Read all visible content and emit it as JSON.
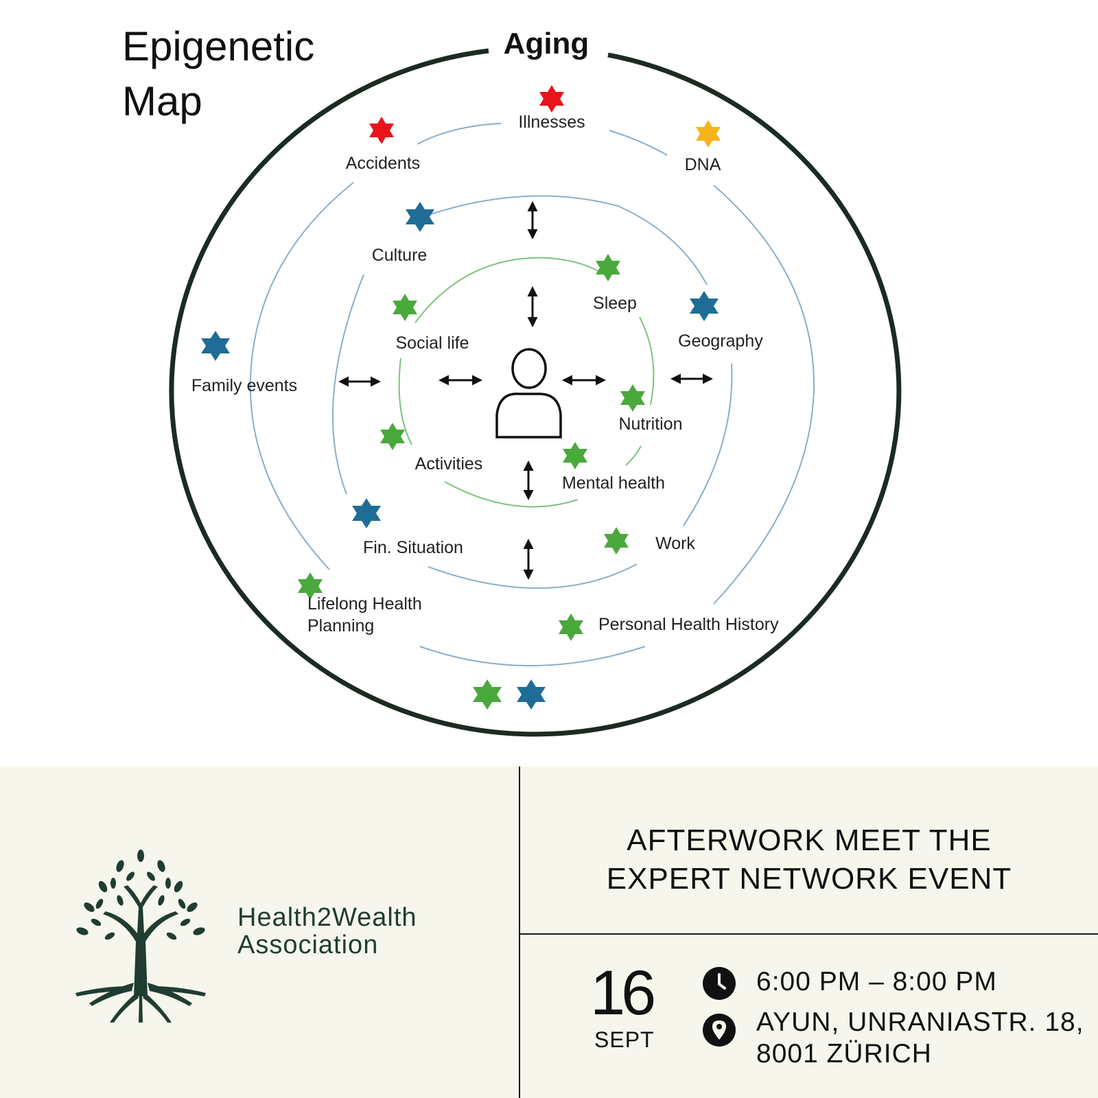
{
  "map": {
    "title_line1": "Epigenetic",
    "title_line2": "Map",
    "aging": "Aging",
    "labels": {
      "illnesses": "Illnesses",
      "accidents": "Accidents",
      "dna": "DNA",
      "culture": "Culture",
      "sleep": "Sleep",
      "geography": "Geography",
      "social_life": "Social life",
      "family_events": "Family events",
      "nutrition": "Nutrition",
      "activities": "Activities",
      "mental_health": "Mental health",
      "fin_situation": "Fin. Situation",
      "work": "Work",
      "lifelong_line1": "Lifelong Health",
      "lifelong_line2": "Planning",
      "personal_health_history": "Personal Health History"
    },
    "colors": {
      "red": "#e8141c",
      "yellow": "#f5b41a",
      "blue": "#1f6d96",
      "green": "#4aa83c",
      "outer_ring": "#1b2b22",
      "middle_ring": "#8aaec8",
      "inner_ring": "#7cc47a"
    }
  },
  "footer": {
    "org_line1": "Health2Wealth",
    "org_line2": "Association",
    "event_line1": "AFTERWORK MEET THE",
    "event_line2": "EXPERT NETWORK EVENT",
    "day": "16",
    "month": "SEPT",
    "time": "6:00 PM – 8:00 PM",
    "address_line1": "AYUN, UNRANIASTR. 18,",
    "address_line2": "8001 ZÜRICH",
    "icons": [
      "clock-icon",
      "location-pin-icon",
      "tree-logo-icon"
    ],
    "colors": {
      "background": "#f6f6ec",
      "brand": "#1f3d30"
    }
  }
}
